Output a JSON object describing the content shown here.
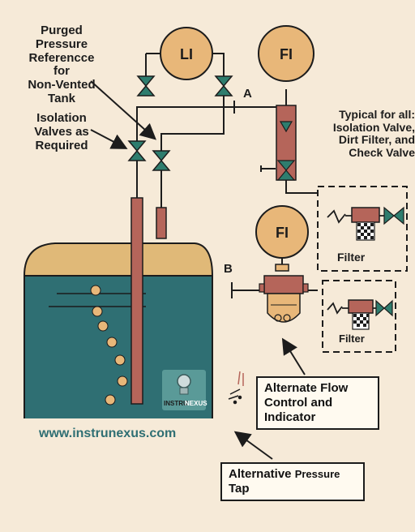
{
  "colors": {
    "background": "#f6ead8",
    "liquid": "#2f6f73",
    "vapor": "#e0b978",
    "dip_tube": "#b5655a",
    "valve": "#2e7d6e",
    "instrument": "#e8b779",
    "outline": "#1c1c1c",
    "bubble": "#e8b779"
  },
  "labels": {
    "purged_reference": [
      "Purged",
      "Pressure",
      "Referencce",
      "for",
      "Non-Vented",
      "Tank"
    ],
    "isolation_valves": [
      "Isolation",
      "Valves as",
      "Required"
    ],
    "typical_note": [
      "Typical for all:",
      "Isolation Valve,",
      "Dirt Filter, and",
      "Check Valve"
    ],
    "point_a": "A",
    "point_b": "B",
    "filter_1": "Filter",
    "filter_2": "Filter",
    "alternate_flow": [
      "Alternate Flow",
      "Control and",
      "Indicator"
    ],
    "alternative_tap_1": "Alternative",
    "alternative_tap_2": "Pressure",
    "alternative_tap_3": "Tap",
    "website": "www.instrunexus.com",
    "logo_text_1": "INSTRU",
    "logo_text_2": "NEXUS"
  },
  "instruments": {
    "level_indicator": "LI",
    "flow_indicator_top": "FI",
    "flow_indicator_bottom": "FI"
  }
}
